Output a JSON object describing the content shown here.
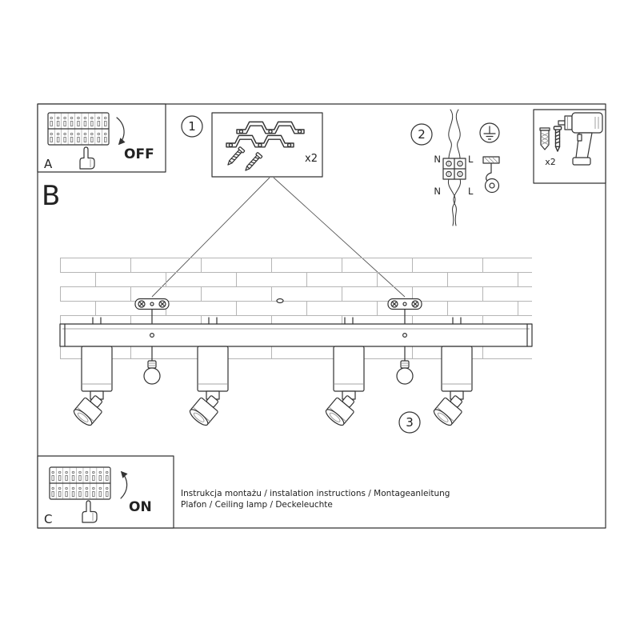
{
  "panel_a": {
    "label": "A",
    "action": "OFF"
  },
  "section_b": "B",
  "step1": {
    "number": "1",
    "quantity": "x2"
  },
  "step2": {
    "number": "2",
    "n_top": "N",
    "l_top": "L",
    "n_bottom": "N",
    "l_bottom": "L"
  },
  "step3": {
    "number": "3"
  },
  "hardware": {
    "quantity": "x2"
  },
  "panel_c": {
    "label": "C",
    "action": "ON"
  },
  "footer": {
    "line1": "Instrukcja montażu / instalation instructions / Montageanleitung",
    "line2": "Plafon / Ceiling lamp / Deckeleuchte"
  },
  "colors": {
    "line": "#333333",
    "brick": "#b5b5b5",
    "background": "#ffffff"
  },
  "icons": {
    "panel_a": "circuit-breaker-hand-off",
    "panel_c": "circuit-breaker-hand-on",
    "step1": "mounting-straps-and-screws",
    "step2": "wire-terminal-connection",
    "hardware": "drill-wall-plug-screw",
    "main": "ceiling-rail-with-four-spotlights"
  }
}
